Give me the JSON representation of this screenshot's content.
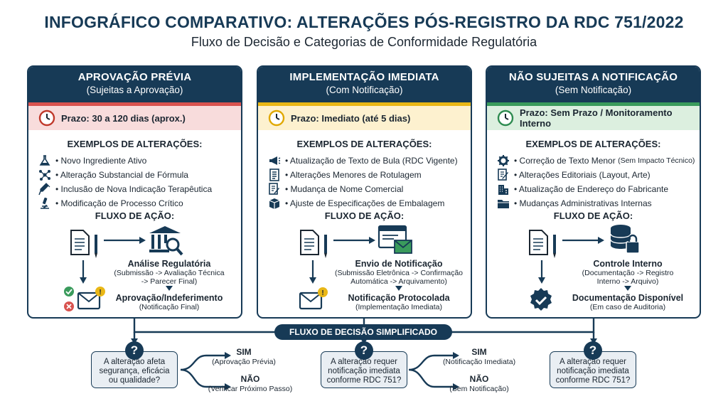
{
  "header": {
    "title": "INFOGRÁFICO COMPARATIVO: ALTERAÇÕES PÓS-REGISTRO DA RDC 751/2022",
    "subtitle": "Fluxo de Decisão e Categorias de Conformidade Regulatória"
  },
  "colors": {
    "navy": "#173a56",
    "red": "#d9534f",
    "red_bg": "#f8dcdc",
    "yellow": "#e9b716",
    "yellow_bg": "#fdf1cf",
    "green": "#3a9b5c",
    "green_bg": "#dcefdf"
  },
  "cards": [
    {
      "title": "APROVAÇÃO PRÉVIA",
      "subtitle": "(Sujeitas a Aprovação)",
      "prazo": "Prazo: 30 a 120 dias (aprox.)",
      "examples_title": "EXEMPLOS DE ALTERAÇÕES:",
      "examples": [
        {
          "icon": "flask-icon",
          "text": "Novo Ingrediente Ativo"
        },
        {
          "icon": "molecule-icon",
          "text": "Alteração Substancial de Fórmula"
        },
        {
          "icon": "syringe-icon",
          "text": "Inclusão de Nova Indicação Terapêutica"
        },
        {
          "icon": "microscope-icon",
          "text": "Modificação de Processo Crítico"
        }
      ],
      "flow_title": "FLUXO DE AÇÃO:",
      "step1_title": "Análise Regulatória",
      "step1_desc": [
        "(Submissão -> Avaliação Técnica",
        "-> Parecer Final)"
      ],
      "step2_title": "Aprovação/Indeferimento",
      "step2_desc": [
        "(Notificação Final)"
      ]
    },
    {
      "title": "IMPLEMENTAÇÃO IMEDIATA",
      "subtitle": "(Com Notificação)",
      "prazo": "Prazo: Imediato (até 5 dias)",
      "examples_title": "EXEMPLOS DE ALTERAÇÕES:",
      "examples": [
        {
          "icon": "megaphone-icon",
          "text": "Atualização de Texto de Bula (RDC Vigente)"
        },
        {
          "icon": "document-list-icon",
          "text": "Alterações Menores de Rotulagem"
        },
        {
          "icon": "edit-document-icon",
          "text": "Mudança de Nome Comercial"
        },
        {
          "icon": "box-icon",
          "text": "Ajuste de Especificações de Embalagem"
        }
      ],
      "flow_title": "FLUXO DE AÇÃO:",
      "step1_title": "Envio de Notificação",
      "step1_desc": [
        "(Submissão Eletrônica -> Confirmação",
        "Automática -> Arquivamento)"
      ],
      "step2_title": "Notificação Protocolada",
      "step2_desc": [
        "(Implementação Imediata)"
      ]
    },
    {
      "title": "NÃO SUJEITAS A NOTIFICAÇÃO",
      "subtitle": "(Sem Notificação)",
      "prazo": "Prazo: Sem Prazo / Monitoramento Interno",
      "examples_title": "EXEMPLOS DE ALTERAÇÕES:",
      "examples": [
        {
          "icon": "gear-icon",
          "text": "Correção de Texto Menor",
          "small": "(Sem Impacto Técnico)"
        },
        {
          "icon": "pencil-doc-icon",
          "text": "Alterações Editoriais (Layout, Arte)"
        },
        {
          "icon": "building-icon",
          "text": "Atualização de Endereço do Fabricante"
        },
        {
          "icon": "folder-icon",
          "text": "Mudanças Administrativas Internas"
        }
      ],
      "flow_title": "FLUXO DE AÇÃO:",
      "step1_title": "Controle Interno",
      "step1_desc": [
        "(Documentação -> Registro",
        "Interno -> Arquivo)"
      ],
      "step2_title": "Documentação Disponível",
      "step2_desc": [
        "(Em caso de Auditoria)"
      ]
    }
  ],
  "decision": {
    "title": "FLUXO DE DECISÃO SIMPLIFICADO",
    "q1": "A alteração afeta segurança, eficácia ou qualidade?",
    "q2": "A alteração requer notificação imediata conforme RDC 751?",
    "q3": "A alteração requer notificação imediata conforme RDC 751?",
    "b1_yes_label": "SIM",
    "b1_yes_desc": "(Aprovação Prévia)",
    "b1_no_label": "NÃO",
    "b1_no_desc": "(Verificar Próximo Passo)",
    "b2_yes_label": "SIM",
    "b2_yes_desc": "(Notificação Imediata)",
    "b2_no_label": "NÃO",
    "b2_no_desc": "(Sem Notificação)",
    "qmark": "?"
  }
}
